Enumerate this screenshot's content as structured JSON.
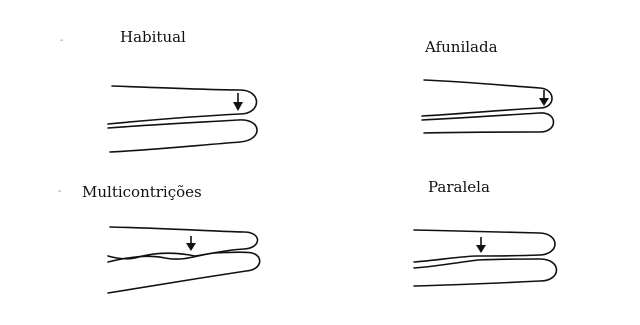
{
  "labels": {
    "habitual": "Habitual",
    "afunilada": "Afunilada",
    "multicontricoes": "Multicontrições",
    "paralela": "Paralela"
  },
  "marks": {
    "dot_1": "-",
    "dot_2": "-"
  },
  "colors": {
    "line": "#111111",
    "background": "#ffffff"
  }
}
